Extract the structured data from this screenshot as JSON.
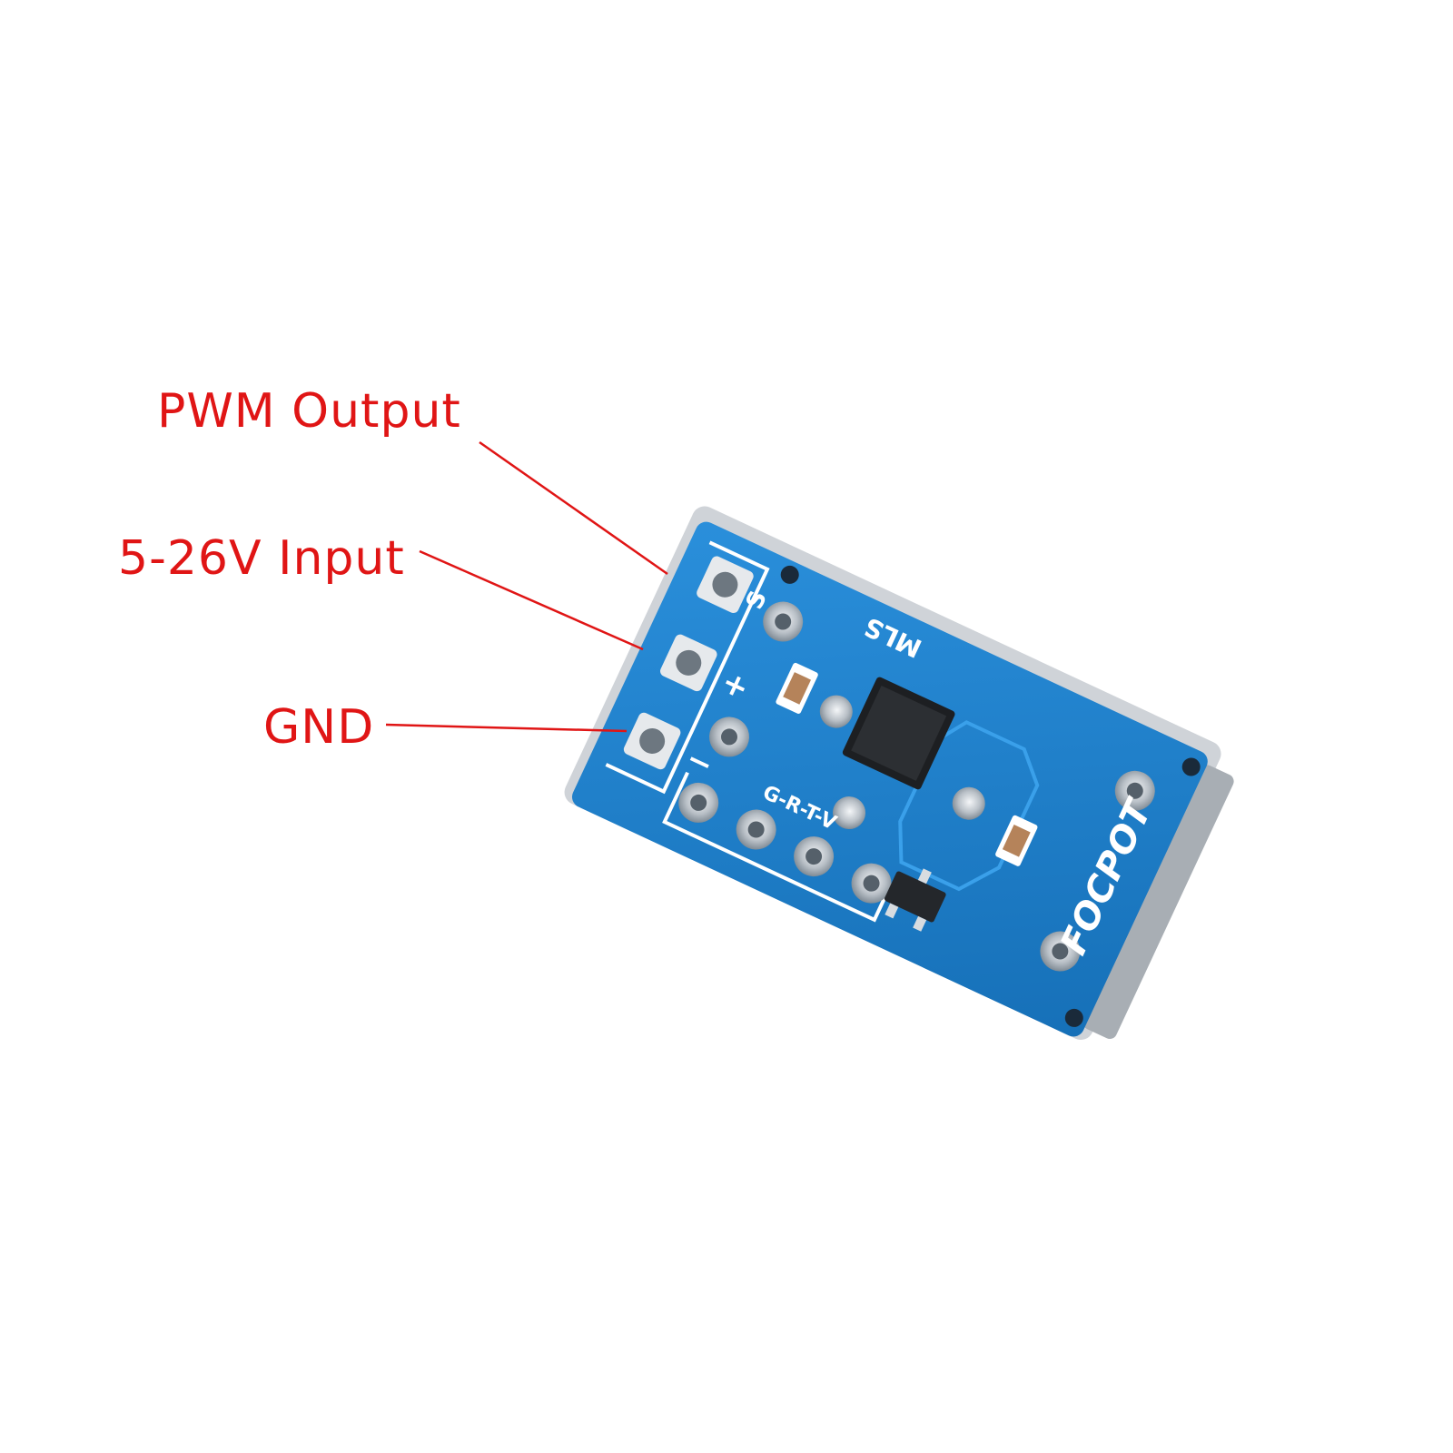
{
  "callouts": {
    "pwm_output": "PWM Output",
    "power_input": "5-26V Input",
    "ground": "GND"
  },
  "board": {
    "brand": "FOCPOT",
    "model_mark": "MLS",
    "pin_header_label": "G-R-T-V",
    "pin_symbol_signal": "S",
    "pin_symbol_plus": "+",
    "pin_symbol_minus": "−"
  },
  "colors": {
    "callout": "#e01515",
    "pcb_blue": "#1d83cf",
    "pcb_edge": "#cfd3d8",
    "silkscreen": "#ffffff"
  }
}
